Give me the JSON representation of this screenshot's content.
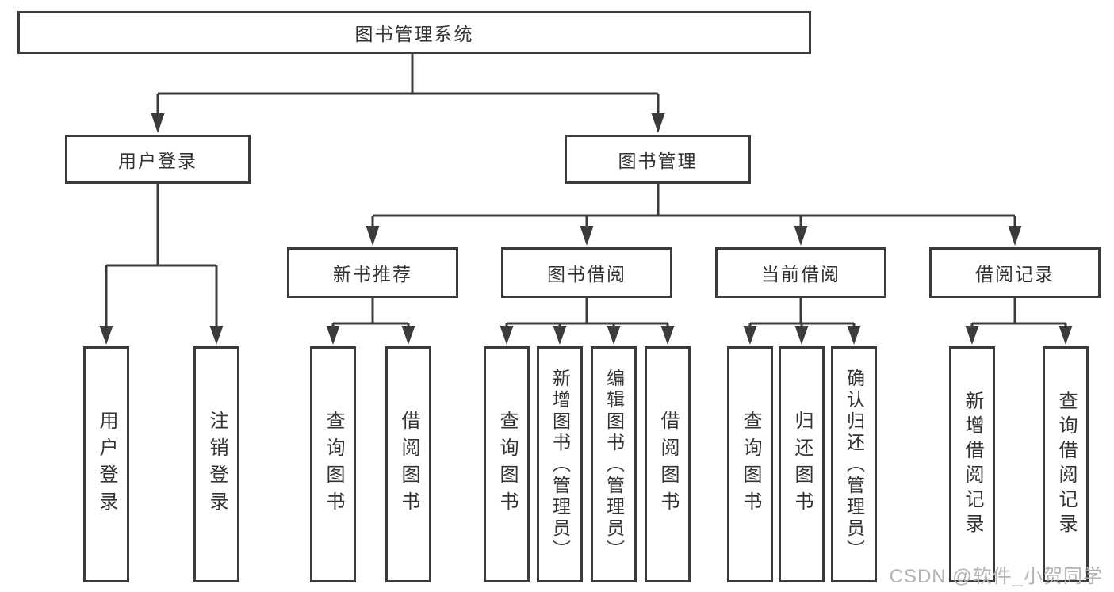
{
  "diagram": {
    "root": {
      "label": "图书管理系统"
    },
    "level1": [
      {
        "id": "user-login",
        "label": "用户登录"
      },
      {
        "id": "book-management",
        "label": "图书管理"
      }
    ],
    "level2": [
      {
        "id": "new-book-recommend",
        "label": "新书推荐",
        "parent": "book-management"
      },
      {
        "id": "book-borrowing",
        "label": "图书借阅",
        "parent": "book-management"
      },
      {
        "id": "current-borrowing",
        "label": "当前借阅",
        "parent": "book-management"
      },
      {
        "id": "borrowing-records",
        "label": "借阅记录",
        "parent": "book-management"
      }
    ],
    "leaves": [
      {
        "id": "user-login-action",
        "label": "用户登录",
        "parent": "user-login"
      },
      {
        "id": "logout-action",
        "label": "注销登录",
        "parent": "user-login"
      },
      {
        "id": "query-books-recommend",
        "label": "查询图书",
        "parent": "new-book-recommend"
      },
      {
        "id": "borrow-books-recommend",
        "label": "借阅图书",
        "parent": "new-book-recommend"
      },
      {
        "id": "query-books-borrow",
        "label": "查询图书",
        "parent": "book-borrowing"
      },
      {
        "id": "add-books-admin",
        "label": "新增图书（管理员）",
        "parent": "book-borrowing"
      },
      {
        "id": "edit-books-admin",
        "label": "编辑图书（管理员）",
        "parent": "book-borrowing"
      },
      {
        "id": "borrow-books",
        "label": "借阅图书",
        "parent": "book-borrowing"
      },
      {
        "id": "query-books-current",
        "label": "查询图书",
        "parent": "current-borrowing"
      },
      {
        "id": "return-books",
        "label": "归还图书",
        "parent": "current-borrowing"
      },
      {
        "id": "confirm-return-admin",
        "label": "确认归还（管理员）",
        "parent": "current-borrowing"
      },
      {
        "id": "add-borrow-record",
        "label": "新增借阅记录",
        "parent": "borrowing-records"
      },
      {
        "id": "query-borrow-record",
        "label": "查询借阅记录",
        "parent": "borrowing-records"
      }
    ]
  },
  "watermark": {
    "text": "CSDN @软件_小贺同学"
  },
  "colors": {
    "line": "#3b3b3b",
    "text": "#333333",
    "watermark": "#b3b3b3",
    "background": "#ffffff"
  }
}
